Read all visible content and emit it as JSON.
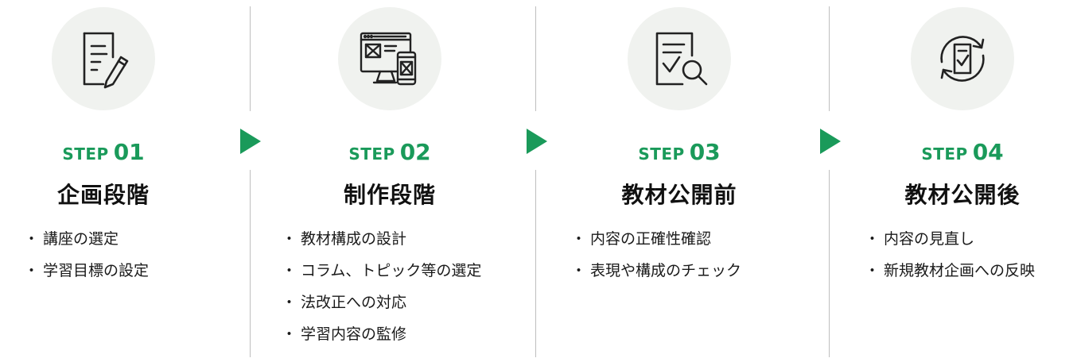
{
  "steps": [
    {
      "step_word": "STEP",
      "step_num": "01",
      "title": "企画段階",
      "icon": "document-pen-icon",
      "bullets": [
        "講座の選定",
        "学習目標の設定"
      ]
    },
    {
      "step_word": "STEP",
      "step_num": "02",
      "title": "制作段階",
      "icon": "web-mockup-icon",
      "bullets": [
        "教材構成の設計",
        "コラム、トピック等の選定",
        "法改正への対応",
        "学習内容の監修"
      ]
    },
    {
      "step_word": "STEP",
      "step_num": "03",
      "title": "教材公開前",
      "icon": "document-check-magnifier-icon",
      "bullets": [
        "内容の正確性確認",
        "表現や構成のチェック"
      ]
    },
    {
      "step_word": "STEP",
      "step_num": "04",
      "title": "教材公開後",
      "icon": "refresh-document-icon",
      "bullets": [
        "内容の見直し",
        "新規教材企画への反映"
      ]
    }
  ],
  "bullet_char": "・",
  "colors": {
    "accent": "#1a9a5a",
    "icon_bg": "#f0f2ef",
    "divider": "#bfbfbf",
    "text": "#1a1a1a"
  }
}
